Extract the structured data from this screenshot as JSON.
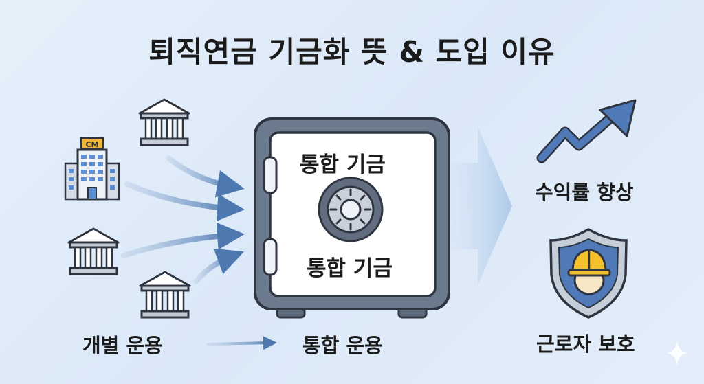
{
  "title": "퇴직연금 기금화 뜻 & 도입 이유",
  "labels": {
    "individual_operation": "개별 운용",
    "integrated_operation": "통합 운용",
    "return_improvement": "수익률 향상",
    "worker_protection": "근로자 보호"
  },
  "safe": {
    "top_text": "통합 기금",
    "bottom_text": "통합 기금"
  },
  "building": {
    "sign_text": "CM"
  },
  "icons": [
    "bank-icon",
    "office-building-icon",
    "safe-icon",
    "dial-icon",
    "trend-up-arrow-icon",
    "shield-icon",
    "hard-hat-worker-icon",
    "sparkle-icon"
  ],
  "colors": {
    "background": "#e2edf9",
    "arrow_blue": "#5a82b4",
    "safe_frame": "#5e6b7e",
    "shield_blue": "#4f79b7",
    "helmet_yellow": "#f5c12b"
  }
}
